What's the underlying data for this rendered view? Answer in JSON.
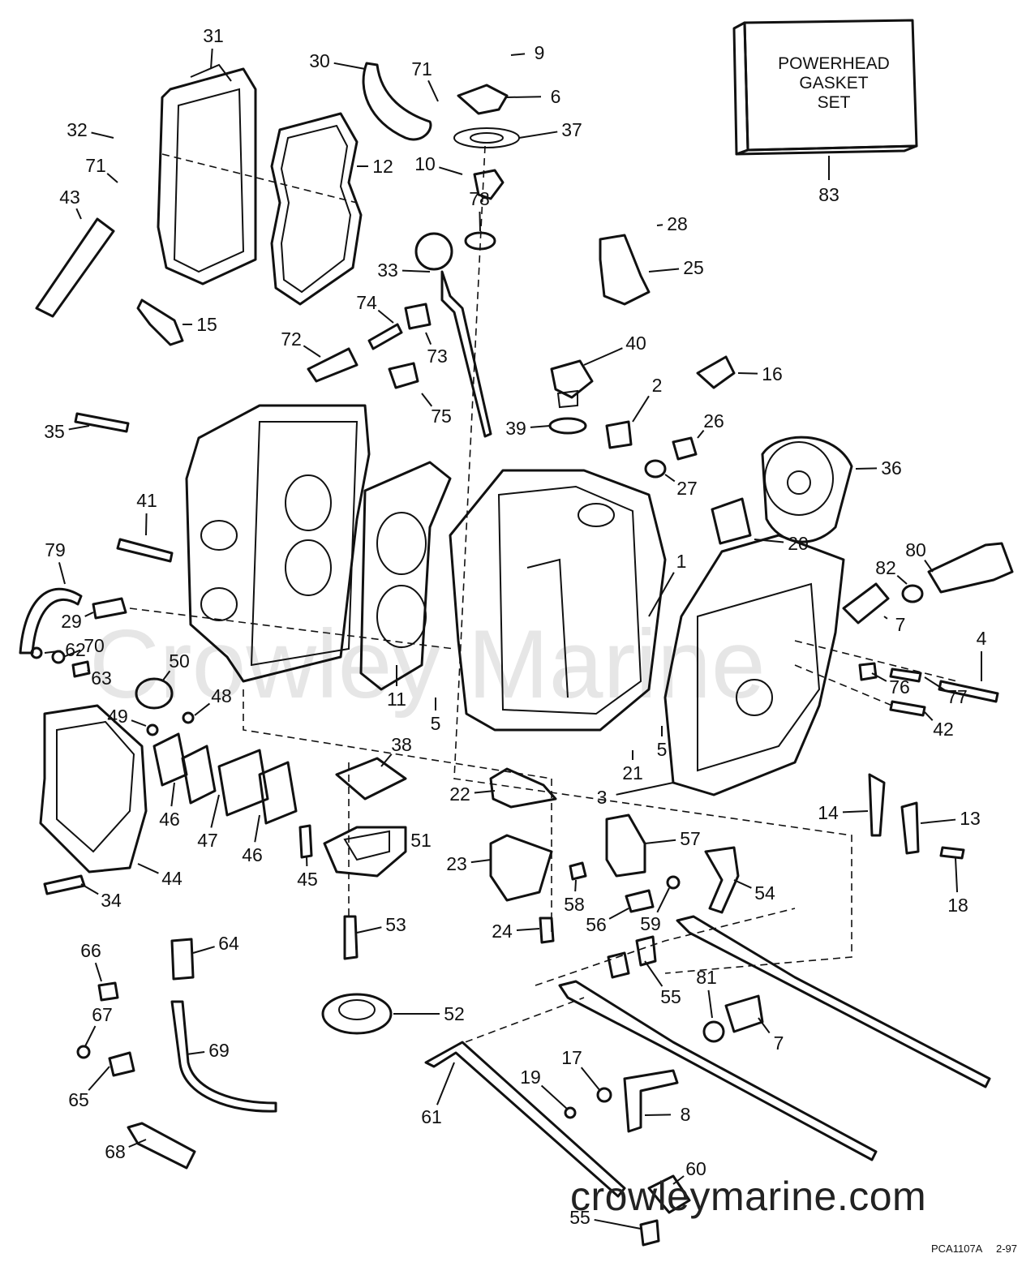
{
  "watermark": "Crowley Marine",
  "footer": {
    "site": "crowleymarine.com",
    "drawing_code": "PCA1107A",
    "date_code": "2-97"
  },
  "gasket_box": {
    "line1": "POWERHEAD",
    "line2": "GASKET",
    "line3": "SET",
    "callout": "83"
  },
  "callouts": [
    "31",
    "30",
    "9",
    "71",
    "6",
    "32",
    "12",
    "37",
    "10",
    "71",
    "43",
    "78",
    "28",
    "33",
    "25",
    "74",
    "15",
    "72",
    "73",
    "40",
    "16",
    "75",
    "2",
    "35",
    "39",
    "26",
    "36",
    "27",
    "41",
    "20",
    "1",
    "80",
    "79",
    "82",
    "7",
    "29",
    "62",
    "70",
    "4",
    "50",
    "63",
    "48",
    "11",
    "76",
    "77",
    "42",
    "49",
    "5",
    "5",
    "21",
    "38",
    "22",
    "3",
    "14",
    "13",
    "46",
    "47",
    "46",
    "45",
    "51",
    "57",
    "44",
    "23",
    "54",
    "18",
    "34",
    "58",
    "56",
    "59",
    "53",
    "24",
    "66",
    "64",
    "55",
    "81",
    "52",
    "7",
    "67",
    "69",
    "17",
    "65",
    "19",
    "8",
    "61",
    "60",
    "68",
    "55"
  ]
}
